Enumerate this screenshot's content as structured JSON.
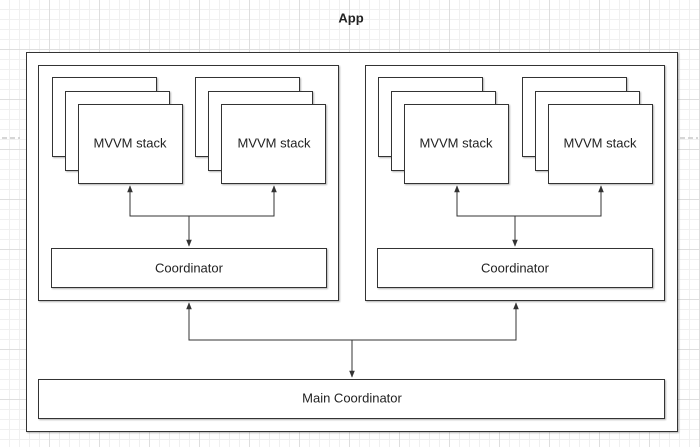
{
  "diagram": {
    "title": "App",
    "modules": [
      {
        "stacks": [
          {
            "label": "MVVM stack"
          },
          {
            "label": "MVVM stack"
          }
        ],
        "coordinator": {
          "label": "Coordinator"
        }
      },
      {
        "stacks": [
          {
            "label": "MVVM stack"
          },
          {
            "label": "MVVM stack"
          }
        ],
        "coordinator": {
          "label": "Coordinator"
        }
      }
    ],
    "main_coordinator": {
      "label": "Main Coordinator"
    },
    "colors": {
      "stroke": "#333333",
      "fill": "#ffffff",
      "grid": "#dedede"
    }
  }
}
